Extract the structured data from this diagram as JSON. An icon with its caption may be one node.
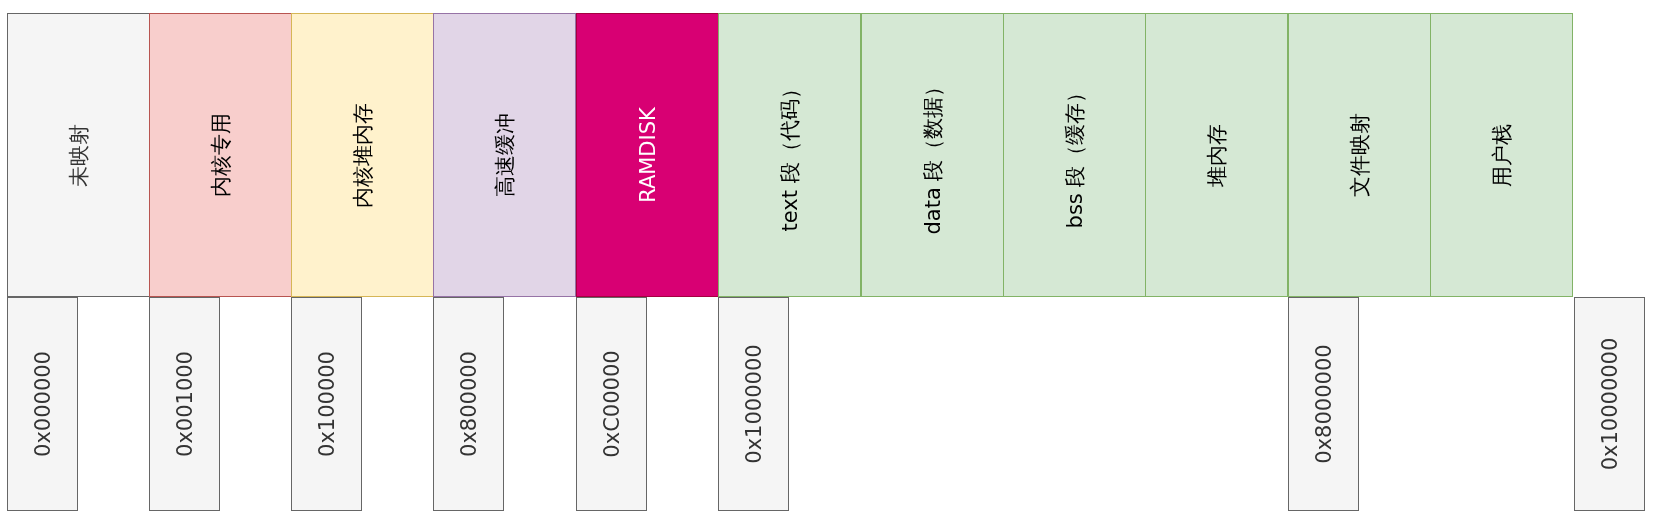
{
  "diagram": {
    "nodes": [
      {
        "text": [
          "未映射"
        ]
      },
      {
        "text": [
          "内核专用"
        ]
      },
      {
        "text": [
          "内核堆内存"
        ]
      },
      {
        "text": [
          "高速缓冲"
        ]
      },
      {
        "text": [
          "RAMDISK"
        ]
      },
      {
        "text": [
          "text 段（代码）"
        ]
      },
      {
        "text": [
          "data 段（数据）"
        ]
      },
      {
        "text": [
          "bss 段（缓存）"
        ]
      },
      {
        "text": [
          "堆内存"
        ]
      },
      {
        "text": [
          "文件映射"
        ]
      },
      {
        "text": [
          "用户栈"
        ]
      },
      {
        "text": [
          "0x000000"
        ]
      },
      {
        "text": [
          "0x001000"
        ]
      },
      {
        "text": [
          "0x100000"
        ]
      },
      {
        "text": [
          "0x800000"
        ]
      },
      {
        "text": [
          "0xC00000"
        ]
      },
      {
        "text": [
          "0x1000000"
        ]
      },
      {
        "text": [
          "0x8000000"
        ]
      },
      {
        "text": [
          "0x10000000"
        ]
      }
    ]
  }
}
